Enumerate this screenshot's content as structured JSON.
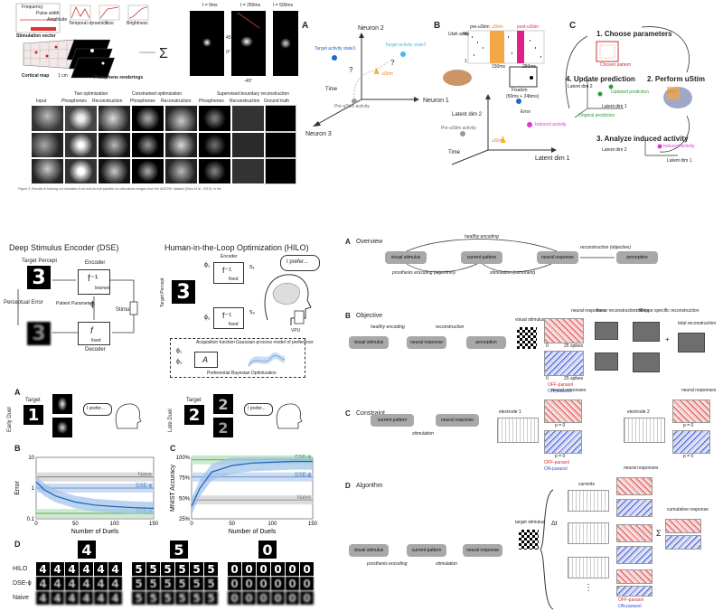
{
  "panel_tl": {
    "labels": {
      "frequency": "Frequency",
      "pulse_width": "Pulse width",
      "amplitude": "Amplitude",
      "stim_vector": "Stimulation vector",
      "temporal": "Temporal dynamics",
      "size": "Size",
      "brightness": "Brightness",
      "cortical_map": "Cortical map",
      "phosphene_renderings": "Phosphene renderings",
      "scale": "1 cm",
      "sum": "Σ",
      "t1": "t = 0ms",
      "t2": "t = 250ms",
      "t3": "t = 500ms",
      "angle_pos": "45°",
      "angle_zero": "0°",
      "angle_neg": "-45°",
      "col_headers": [
        "Input",
        "Phosphenes",
        "Reconstruction",
        "Phosphenes",
        "Reconstruction",
        "Phosphenes",
        "Reconstruction",
        "Ground truth"
      ],
      "group_headers": [
        "Two optimization",
        "Constrained optimization",
        "Supervised boundary reconstruction"
      ],
      "caption": "Figure 3: Results of training our simulator in an end-to-end pipeline on naturalistic images from the ADE20K dataset (Zhou et al., 2019). In the"
    }
  },
  "panel_tr": {
    "A": "A",
    "B": "B",
    "C": "C",
    "neuron2": "Neuron 2",
    "neuron1": "Neuron 1",
    "neuron3": "Neuron 3",
    "target1": "Target activity state1",
    "target2": "Target activity state2",
    "pre_ustim": "Pre-uStim activity",
    "ustim": "uStim",
    "time": "Time",
    "utah_array": "Utah array",
    "pre_ustim_b": "pre-uStim",
    "ustim_b": "uStim",
    "post_ustim": "post-uStim",
    "ms150": "150ms",
    "ms250": "250ms",
    "fixation": "Fixation",
    "fixation_ms": "(50ms + 24bms)",
    "latent2": "Latent dim 2",
    "latent1": "Latent dim 1",
    "error": "Error",
    "induced": "Induced activity",
    "c1": "1. Choose parameters",
    "chosen": "Chosen pattern",
    "c2": "2. Perform uStim",
    "c3": "3. Analyze induced activity",
    "c4": "4. Update prediction",
    "updated": "Updated prediction",
    "original": "Original prediction",
    "induced_c": "Induced activity",
    "n96": "96",
    "n1": "1",
    "q": "?"
  },
  "panel_bl": {
    "dse_title": "Deep Stimulus Encoder (DSE)",
    "hilo_title": "Human-in-the-Loop Optimization (HILO)",
    "target_percept": "Target Percept",
    "encoder": "Encoder",
    "decoder": "Decoder",
    "f_inv": "f⁻¹",
    "learned": "learned",
    "fixed": "fixed",
    "f": "f",
    "phi": "ϕ",
    "patient_params": "Patient Parameters",
    "stimulus": "Stimulus",
    "perceptual_error": "Perceptual Error",
    "phi1": "ϕ₁",
    "phi2": "ϕ₂",
    "s1": "s₁",
    "s2": "s₂",
    "i_prefer": "I prefer...",
    "vpu": "VPU",
    "A_acq": "A",
    "acq_fn": "Acquisition function",
    "gp": "Gaussian process model of preference",
    "pbo": "Preferential Bayesian Optimization",
    "A": "A",
    "B": "B",
    "C": "C",
    "D": "D",
    "target": "Target",
    "early_duel": "Early Duel",
    "late_duel": "Late Duel",
    "digit_1": "1",
    "digit_2": "2",
    "digit_3": "3",
    "digit_4": "4",
    "digit_5": "5",
    "digit_0": "0",
    "error_label": "Error",
    "duels_label": "Number of Duels",
    "accuracy_label": "MNIST Accuracy",
    "naive": "Naive",
    "dse_phi": "DSE-ϕ",
    "row_hilo": "HILO",
    "row_dse": "DSE-ϕ",
    "row_naive": "Naive"
  },
  "panel_br": {
    "A": "A",
    "B": "B",
    "C": "C",
    "D": "D",
    "overview": "Overview",
    "objective": "Objective",
    "constraint": "Constraint",
    "algorithm": "Algorithm",
    "visual_stimulus": "visual stimulus",
    "current_pattern": "current pattern",
    "neural_response": "neural response",
    "perception": "perception",
    "healthy_encoding": "healthy encoding",
    "prosthesis_encoding": "prosthesis encoding (algorithm)",
    "stimulation_constraint": "stimulation (constraint)",
    "reconstruction_objective": "reconstruction (objective)",
    "reconstruction": "reconstruction",
    "stimulation": "stimulation",
    "prosthesis_encoding_short": "prosthesis encoding",
    "neural_responses": "neural responses",
    "linear_recon": "linear reconstruction filters",
    "celltype_recon": "cell-type specific reconstruction",
    "total_recon": "total reconstruction",
    "spikes25": "25 spikes",
    "zero": "0",
    "off_parasol": "OFF-parasol",
    "on_parasol": "ON-parasol",
    "electrode1": "electrode 1",
    "electrode2": "electrode 2",
    "p0": "p = 0",
    "currents": "currents",
    "target_stimulus": "target stimulus",
    "cumulative": "cumulative response",
    "delta_t": "Δt",
    "sigma": "Σ",
    "ellipsis": "⋮",
    "plus": "+"
  },
  "chart_data": [
    {
      "type": "line",
      "title": "",
      "xlabel": "Number of Duels",
      "ylabel": "Error",
      "x": [
        0,
        10,
        25,
        50,
        75,
        100,
        125,
        150
      ],
      "series": [
        {
          "name": "Naive",
          "values": [
            2.3,
            2.3,
            2.3,
            2.3,
            2.3,
            2.3,
            2.3,
            2.3
          ]
        },
        {
          "name": "DSE-ϕ",
          "values": [
            1.0,
            1.0,
            1.0,
            1.0,
            1.0,
            1.0,
            1.0,
            1.0
          ]
        },
        {
          "name": "HILO",
          "values": [
            1.6,
            0.9,
            0.55,
            0.35,
            0.28,
            0.25,
            0.23,
            0.22
          ]
        },
        {
          "name": "DSE-ϕ",
          "values": [
            0.15,
            0.15,
            0.15,
            0.15,
            0.15,
            0.15,
            0.15,
            0.15
          ]
        }
      ],
      "yscale": "log",
      "ylim": [
        0.1,
        10
      ],
      "xlim": [
        0,
        150
      ],
      "yticks": [
        "0.1",
        "1",
        "10"
      ],
      "xticks": [
        "0",
        "50",
        "100",
        "150"
      ]
    },
    {
      "type": "line",
      "title": "",
      "xlabel": "Number of Duels",
      "ylabel": "MNIST Accuracy",
      "x": [
        0,
        10,
        25,
        50,
        75,
        100,
        125,
        150
      ],
      "series": [
        {
          "name": "DSE-ϕ",
          "values": [
            97,
            97,
            97,
            97,
            97,
            97,
            97,
            97
          ]
        },
        {
          "name": "DSE-ϕ",
          "values": [
            76,
            76,
            76,
            76,
            76,
            76,
            76,
            76
          ]
        },
        {
          "name": "Naive",
          "values": [
            48,
            48,
            48,
            48,
            48,
            48,
            48,
            48
          ]
        },
        {
          "name": "HILO",
          "values": [
            40,
            62,
            82,
            90,
            93,
            94,
            95,
            95
          ]
        }
      ],
      "ylim": [
        25,
        100
      ],
      "xlim": [
        0,
        150
      ],
      "yticks": [
        "25%",
        "50%",
        "75%",
        "100%"
      ],
      "xticks": [
        "0",
        "50",
        "100",
        "150"
      ]
    }
  ]
}
